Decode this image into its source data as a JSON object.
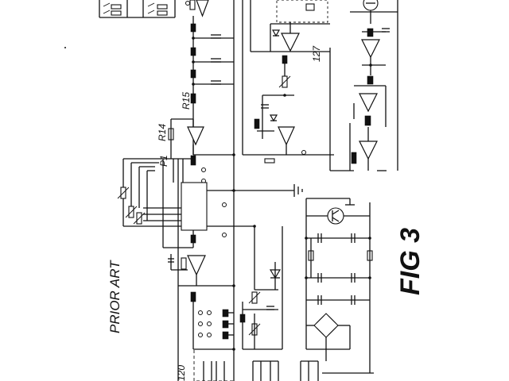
{
  "figure": {
    "caption": "FIG 3",
    "prior_art": "PRIOR ART"
  },
  "labels": {
    "r14": "R14",
    "r15": "R15",
    "p1": "P1",
    "ref_127": "127",
    "ref_120": "120"
  },
  "colors": {
    "ink": "#111111",
    "paper": "#ffffff"
  }
}
